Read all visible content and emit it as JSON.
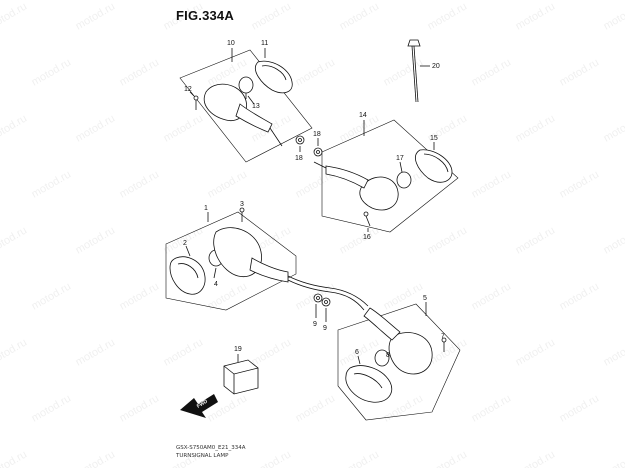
{
  "figure": {
    "title": "FIG.334A",
    "footer_code": "GSX-S750AM0_E21_334A",
    "footer_name": "TURNSIGNAL LAMP",
    "watermark": "motod.ru",
    "fwd_label": "FWD"
  },
  "callouts": [
    "10",
    "11",
    "12",
    "13",
    "18",
    "18",
    "14",
    "15",
    "17",
    "16",
    "20",
    "1",
    "3",
    "2",
    "4",
    "9",
    "9",
    "5",
    "7",
    "6",
    "8",
    "19"
  ]
}
